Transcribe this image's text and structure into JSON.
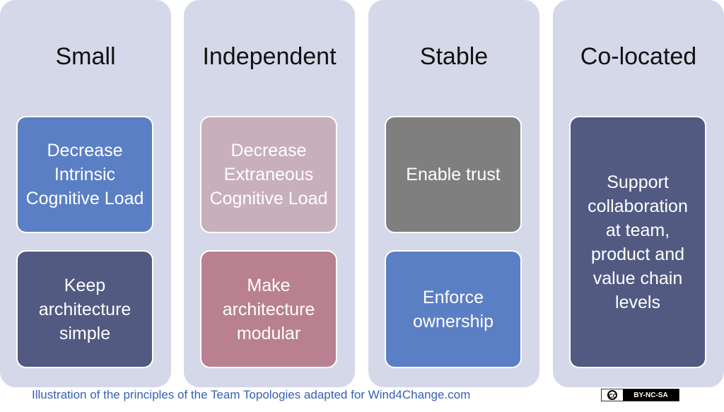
{
  "columns": [
    {
      "title": "Small",
      "boxes": [
        {
          "text": "Decrease Intrinsic Cognitive Load",
          "color": "#5b7fc4"
        },
        {
          "text": "Keep architecture simple",
          "color": "#525a82"
        }
      ]
    },
    {
      "title": "Independent",
      "boxes": [
        {
          "text": "Decrease Extraneous Cognitive Load",
          "color": "#c8afbc"
        },
        {
          "text": "Make architecture modular",
          "color": "#b88090"
        }
      ]
    },
    {
      "title": "Stable",
      "boxes": [
        {
          "text": "Enable trust",
          "color": "#7f7f7f"
        },
        {
          "text": "Enforce ownership",
          "color": "#5b7fc4"
        }
      ]
    },
    {
      "title": "Co-located",
      "boxes": [
        {
          "text": "Support collaboration at team, product and value chain levels",
          "color": "#525a82"
        }
      ]
    }
  ],
  "caption": "Illustration of the principles of the Team Topologies adapted  for Wind4Change.com",
  "license": {
    "logo": "CC",
    "text": "BY-NC-SA"
  }
}
